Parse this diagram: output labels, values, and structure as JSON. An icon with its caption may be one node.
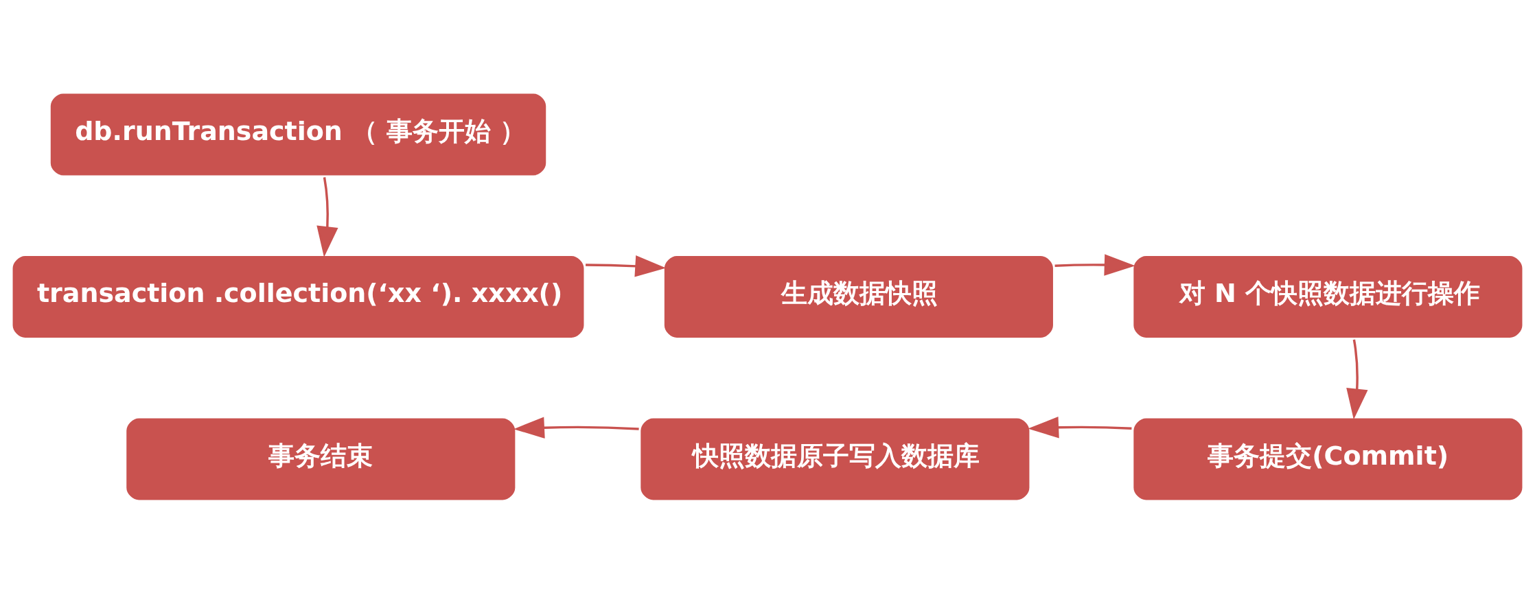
{
  "diagram": {
    "nodes": [
      {
        "text": [
          "db.runTransaction （ 事务开始 ）"
        ]
      },
      {
        "text": [
          "transaction .collection(‘xx ‘). xxxx()"
        ]
      },
      {
        "text": [
          "生成数据快照"
        ]
      },
      {
        "text": [
          "对 N 个快照数据进行操作"
        ]
      },
      {
        "text": [
          "事务提交(Commit)"
        ]
      },
      {
        "text": [
          "快照数据原子写入数据库"
        ]
      },
      {
        "text": [
          "事务结束"
        ]
      }
    ],
    "edges": [
      {
        "from": 0,
        "to": 1,
        "arrow": "to"
      },
      {
        "from": 1,
        "to": 2,
        "arrow": "to"
      },
      {
        "from": 2,
        "to": 3,
        "arrow": "to"
      },
      {
        "from": 3,
        "to": 4,
        "arrow": "to"
      },
      {
        "from": 4,
        "to": 5,
        "arrow": "to"
      },
      {
        "from": 5,
        "to": 6,
        "arrow": "to"
      }
    ]
  }
}
